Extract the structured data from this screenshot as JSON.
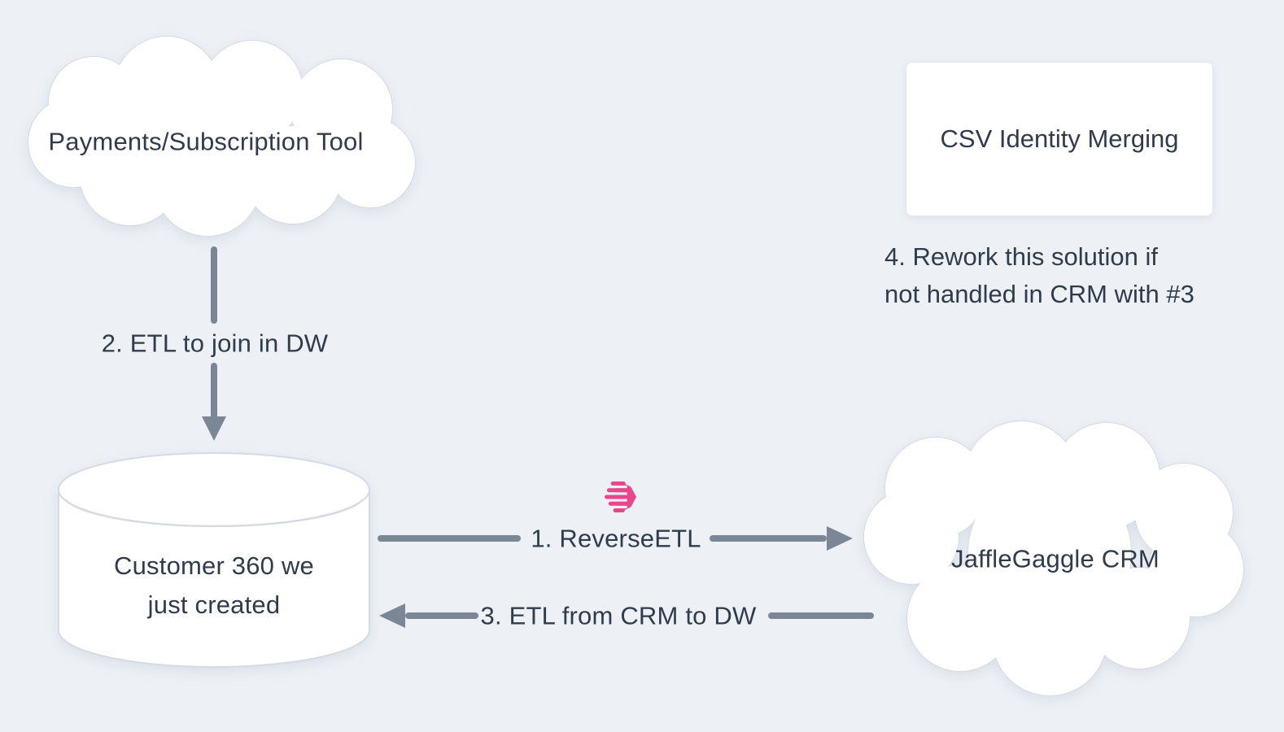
{
  "colors": {
    "background": "#edf1f6",
    "text": "#303c4b",
    "arrow": "#7b8794",
    "shape_fill": "#ffffff",
    "shape_stroke": "#d5dbe2",
    "accent_pink": "#e8478b"
  },
  "nodes": {
    "payments_cloud": {
      "type": "cloud",
      "label": "Payments/Subscription Tool"
    },
    "csv_box": {
      "type": "rectangle",
      "label": "CSV Identity Merging"
    },
    "warehouse": {
      "type": "cylinder",
      "label_lines": [
        "Customer 360 we",
        "just created"
      ]
    },
    "crm_cloud": {
      "type": "cloud",
      "label": "JaffleGaggle CRM"
    }
  },
  "edges": {
    "etl_join": {
      "label": "2. ETL to join in DW",
      "from": "payments_cloud",
      "to": "warehouse",
      "direction": "down"
    },
    "reverse_etl": {
      "label": "1. ReverseETL",
      "from": "warehouse",
      "to": "crm_cloud",
      "direction": "right",
      "icon": "census-reverse-etl-logo"
    },
    "etl_from_crm": {
      "label": "3. ETL from CRM to DW",
      "from": "crm_cloud",
      "to": "warehouse",
      "direction": "left"
    }
  },
  "annotations": {
    "rework_note": {
      "lines": [
        "4. Rework this solution if",
        "not handled in CRM with #3"
      ]
    }
  }
}
